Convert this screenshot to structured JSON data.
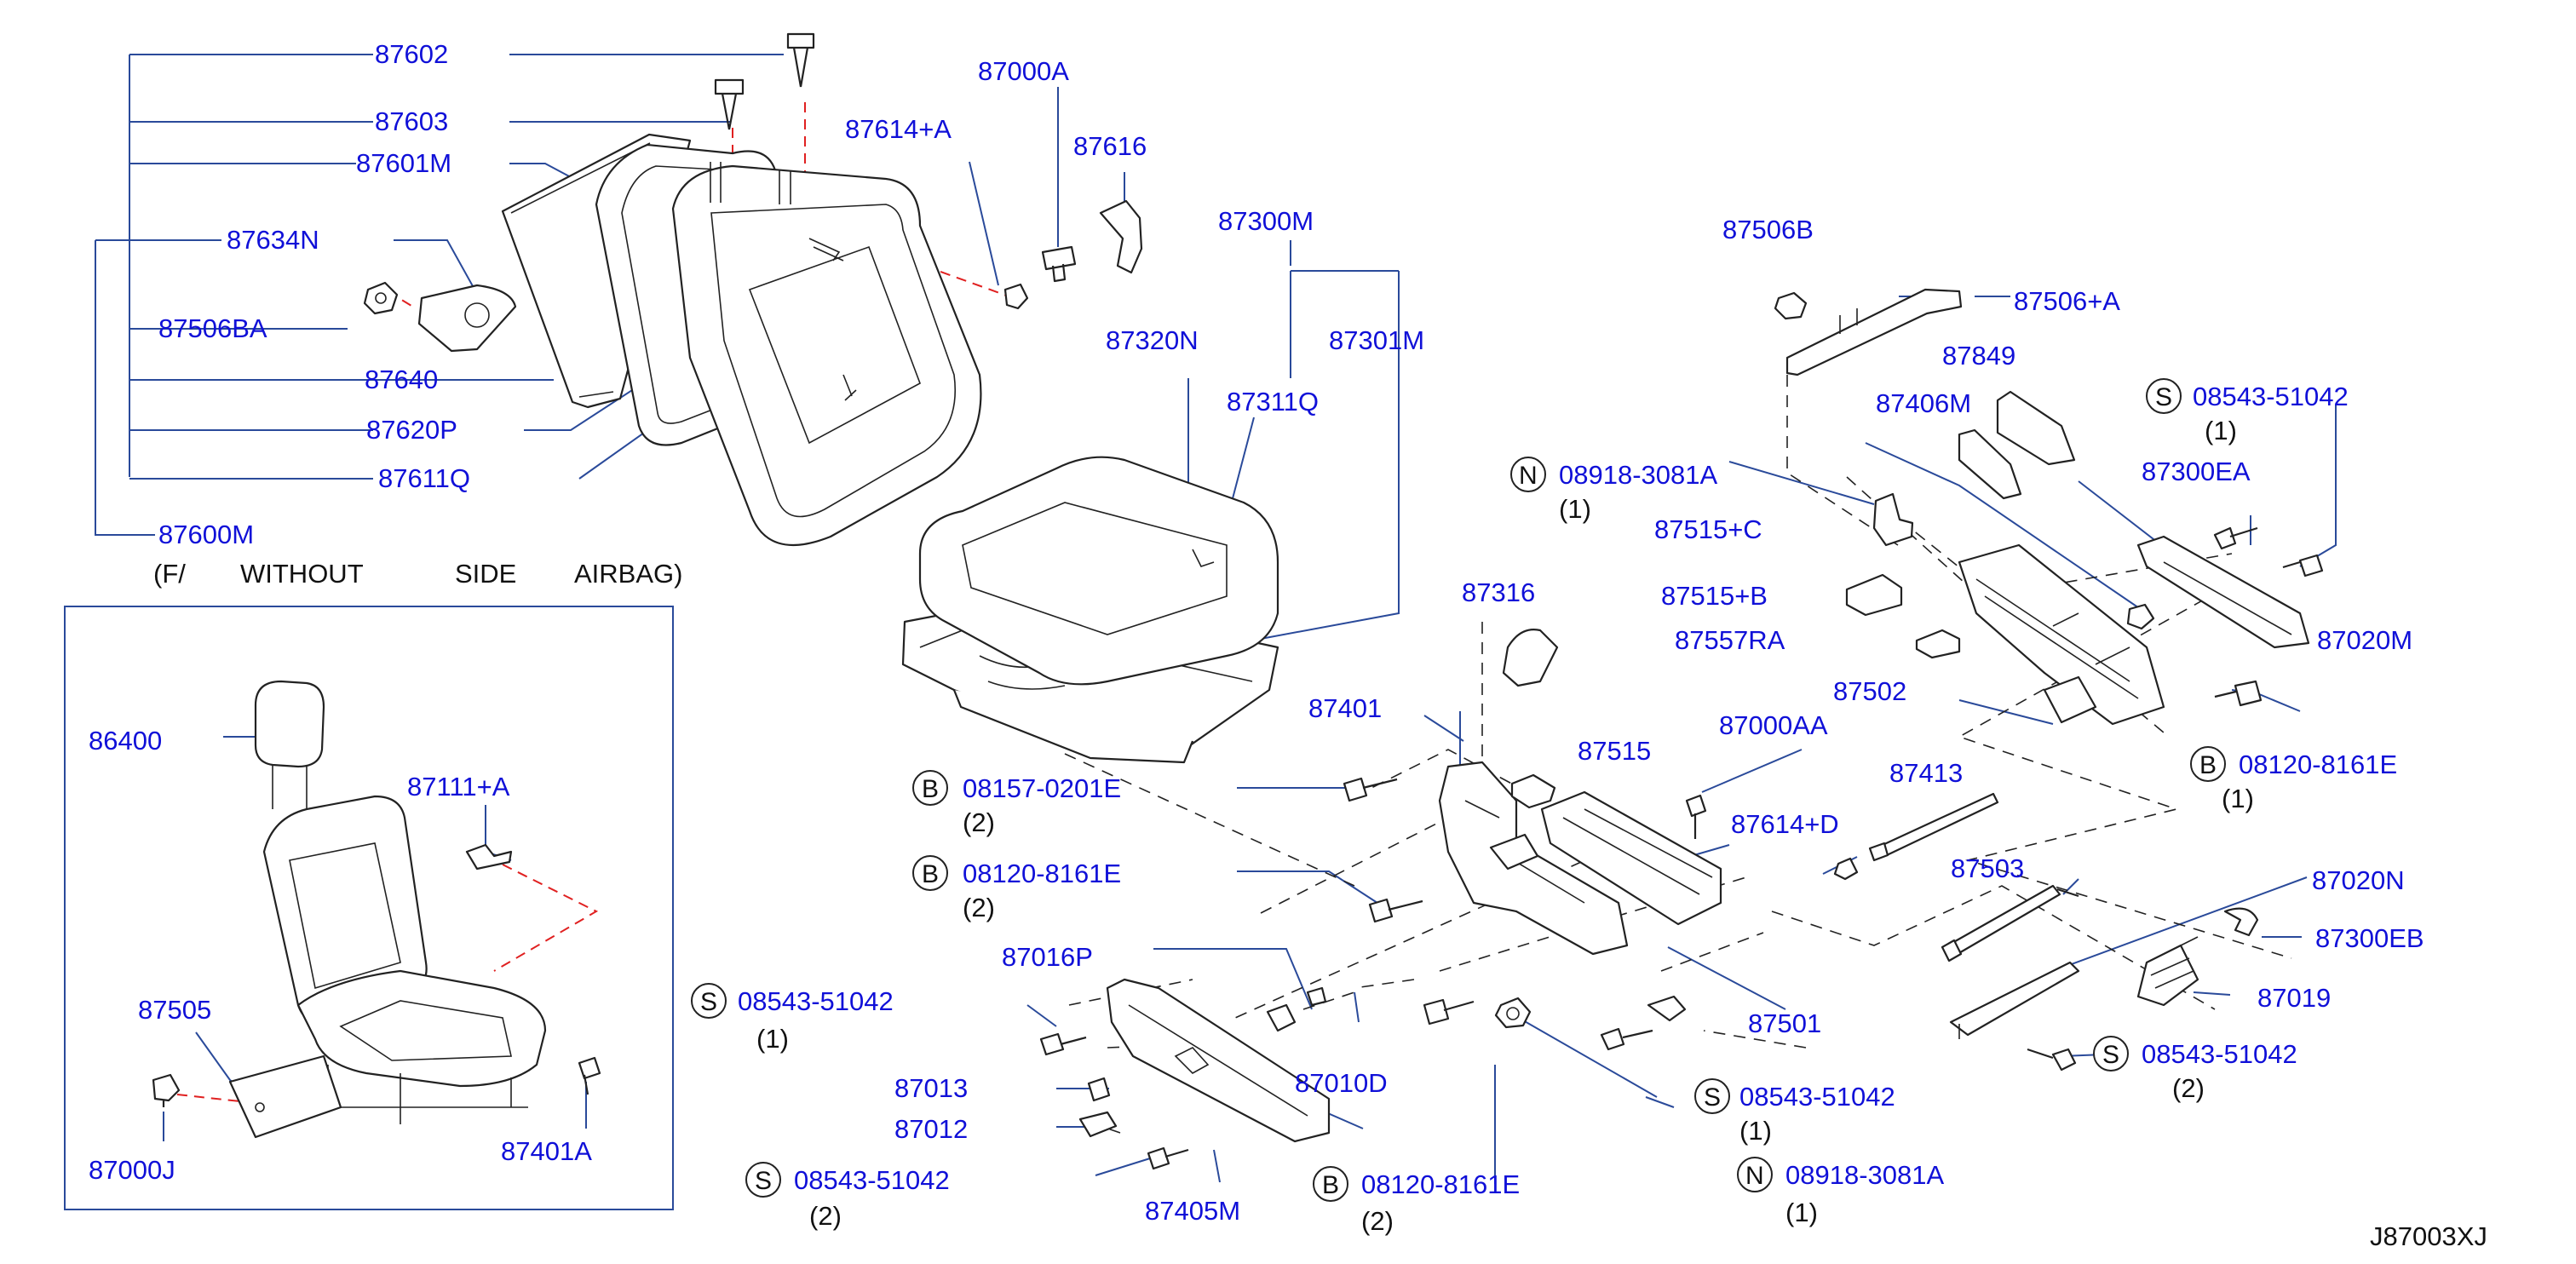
{
  "diagram_code": "J87003XJ",
  "note": [
    "(F/",
    "WITHOUT",
    "SIDE",
    "AIRBAG)"
  ],
  "colors": {
    "label": "#1010d8",
    "leader": "#2a4a9a",
    "linework": "#222222",
    "alignment": "#e02020"
  },
  "parts": {
    "p87602": "87602",
    "p87603": "87603",
    "p87601M": "87601M",
    "p87634N": "87634N",
    "p87506BA": "87506BA",
    "p87640": "87640",
    "p87620P": "87620P",
    "p87611Q": "87611Q",
    "p87600M": "87600M",
    "p87000A": "87000A",
    "p87614A": "87614+A",
    "p87616": "87616",
    "p87300M": "87300M",
    "p87320N": "87320N",
    "p87301M": "87301M",
    "p87311Q": "87311Q",
    "p87506B": "87506B",
    "p87506A": "87506+A",
    "p87849": "87849",
    "p87406M": "87406M",
    "p87300EA": "87300EA",
    "p87515C": "87515+C",
    "p87515B": "87515+B",
    "p87557RA": "87557RA",
    "p87502": "87502",
    "p87020M": "87020M",
    "p87316": "87316",
    "p87401": "87401",
    "p87515": "87515",
    "p87000AA": "87000AA",
    "p87413": "87413",
    "p87614D": "87614+D",
    "p87503": "87503",
    "p87020N": "87020N",
    "p87300EB": "87300EB",
    "p87019": "87019",
    "p87501": "87501",
    "p87016P": "87016P",
    "p87010D": "87010D",
    "p87013": "87013",
    "p87012": "87012",
    "p87405M": "87405M",
    "p86400": "86400",
    "p87111A": "87111+A",
    "p87505": "87505",
    "p87000J": "87000J",
    "p87401A": "87401A"
  },
  "fasteners": {
    "s1": {
      "sym": "S",
      "code": "08543-51042",
      "qty": "(1)"
    },
    "n1": {
      "sym": "N",
      "code": "08918-3081A",
      "qty": "(1)"
    },
    "b1": {
      "sym": "B",
      "code": "08157-0201E",
      "qty": "(2)"
    },
    "b2": {
      "sym": "B",
      "code": "08120-8161E",
      "qty": "(2)"
    },
    "b3": {
      "sym": "B",
      "code": "08120-8161E",
      "qty": "(1)"
    },
    "s2": {
      "sym": "S",
      "code": "08543-51042",
      "qty": "(1)"
    },
    "s3": {
      "sym": "S",
      "code": "08543-51042",
      "qty": "(1)"
    },
    "s4": {
      "sym": "S",
      "code": "08543-51042",
      "qty": "(2)"
    },
    "s5": {
      "sym": "S",
      "code": "08543-51042",
      "qty": "(2)"
    },
    "b4": {
      "sym": "B",
      "code": "08120-8161E",
      "qty": "(2)"
    },
    "n2": {
      "sym": "N",
      "code": "08918-3081A",
      "qty": "(1)"
    }
  }
}
